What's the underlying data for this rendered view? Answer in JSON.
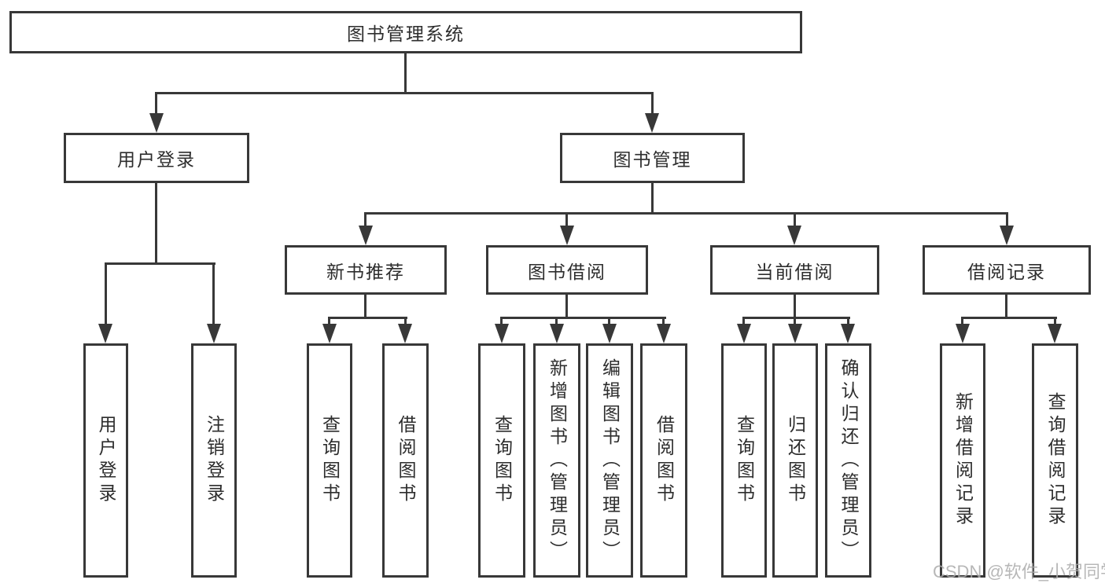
{
  "title": {
    "label": "图书管理系统"
  },
  "branches": {
    "user_login": {
      "label": "用户登录",
      "children": [
        "用户登录",
        "注销登录"
      ]
    },
    "book_mgmt": {
      "label": "图书管理"
    },
    "new_books": {
      "label": "新书推荐",
      "children": [
        "查询图书",
        "借阅图书"
      ]
    },
    "book_borrow": {
      "label": "图书借阅",
      "children": [
        "查询图书",
        "新增图书（管理员）",
        "编辑图书（管理员）",
        "借阅图书"
      ]
    },
    "current_borrow": {
      "label": "当前借阅",
      "children": [
        "查询图书",
        "归还图书",
        "确认归还（管理员）"
      ]
    },
    "borrow_records": {
      "label": "借阅记录",
      "children": [
        "新增借阅记录",
        "查询借阅记录"
      ]
    }
  },
  "watermark": {
    "label": "CSDN @软件_小贺同学"
  },
  "colors": {
    "line": "#383838",
    "text": "#2d2d2d",
    "background": "#ffffff",
    "watermark": "#ababab"
  }
}
